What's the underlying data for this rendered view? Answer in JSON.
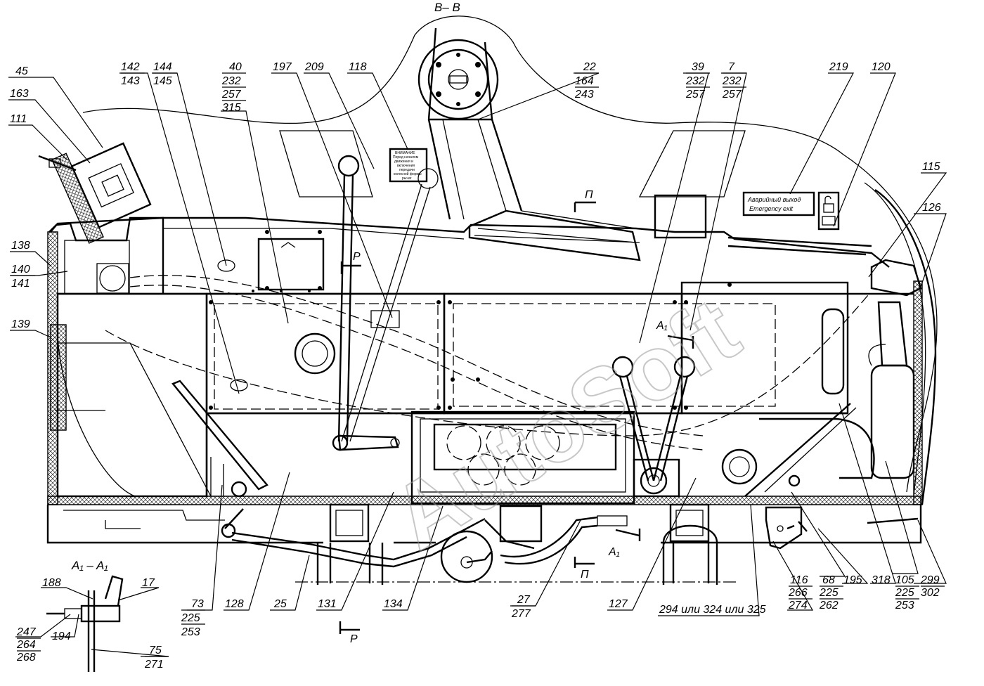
{
  "section_title": "B– B",
  "section_a1_title": "A₁ – A₁",
  "watermark": "AutoSoft",
  "sign": {
    "line1": "Аварийный выход",
    "line2": "Emergency exit"
  },
  "warning_plate": [
    "ВНИМАНИЕ",
    "Перед началом",
    "движения и",
    "включения",
    "передачи",
    "колесной формы",
    "рычаг"
  ],
  "section_marks": {
    "p_top": "П",
    "p_bottom": "П",
    "r_top": "Р",
    "r_bottom": "Р",
    "a1_top": "A₁",
    "a1_bottom": "A₁"
  },
  "callouts": [
    {
      "id": "c45",
      "lines": [
        "45"
      ]
    },
    {
      "id": "c163",
      "lines": [
        "163"
      ]
    },
    {
      "id": "c111",
      "lines": [
        "111"
      ]
    },
    {
      "id": "c142",
      "lines": [
        "142",
        "143"
      ]
    },
    {
      "id": "c144",
      "lines": [
        "144",
        "145"
      ]
    },
    {
      "id": "c40",
      "lines": [
        "40",
        "232",
        "257",
        "315"
      ]
    },
    {
      "id": "c197",
      "lines": [
        "197"
      ]
    },
    {
      "id": "c209",
      "lines": [
        "209"
      ]
    },
    {
      "id": "c118",
      "lines": [
        "118"
      ]
    },
    {
      "id": "c22",
      "lines": [
        "22",
        "164",
        "243"
      ]
    },
    {
      "id": "c39",
      "lines": [
        "39",
        "232",
        "257"
      ]
    },
    {
      "id": "c7",
      "lines": [
        "7",
        "232",
        "257"
      ]
    },
    {
      "id": "c219",
      "lines": [
        "219"
      ]
    },
    {
      "id": "c120",
      "lines": [
        "120"
      ]
    },
    {
      "id": "c115",
      "lines": [
        "115"
      ]
    },
    {
      "id": "c126",
      "lines": [
        "126"
      ]
    },
    {
      "id": "c138",
      "lines": [
        "138"
      ]
    },
    {
      "id": "c140",
      "lines": [
        "140",
        "141"
      ]
    },
    {
      "id": "c139",
      "lines": [
        "139"
      ]
    },
    {
      "id": "c73",
      "lines": [
        "73",
        "225",
        "253"
      ]
    },
    {
      "id": "c128",
      "lines": [
        "128"
      ]
    },
    {
      "id": "c25",
      "lines": [
        "25"
      ]
    },
    {
      "id": "c131",
      "lines": [
        "131"
      ]
    },
    {
      "id": "c134",
      "lines": [
        "134"
      ]
    },
    {
      "id": "c27",
      "lines": [
        "27",
        "277"
      ]
    },
    {
      "id": "c127",
      "lines": [
        "127"
      ]
    },
    {
      "id": "c294",
      "lines": [
        "294 или 324 или 325"
      ]
    },
    {
      "id": "c116",
      "lines": [
        "116",
        "266",
        "274"
      ]
    },
    {
      "id": "c68",
      "lines": [
        "68",
        "225",
        "262"
      ]
    },
    {
      "id": "c195",
      "lines": [
        "195"
      ]
    },
    {
      "id": "c318",
      "lines": [
        "318"
      ]
    },
    {
      "id": "c105",
      "lines": [
        "105",
        "225",
        "253"
      ]
    },
    {
      "id": "c299",
      "lines": [
        "299",
        "302"
      ]
    },
    {
      "id": "c188",
      "lines": [
        "188"
      ]
    },
    {
      "id": "c17",
      "lines": [
        "17"
      ]
    },
    {
      "id": "c247",
      "lines": [
        "247",
        "264",
        "268"
      ]
    },
    {
      "id": "c194",
      "lines": [
        "194"
      ]
    },
    {
      "id": "c75",
      "lines": [
        "75",
        "271"
      ]
    }
  ]
}
